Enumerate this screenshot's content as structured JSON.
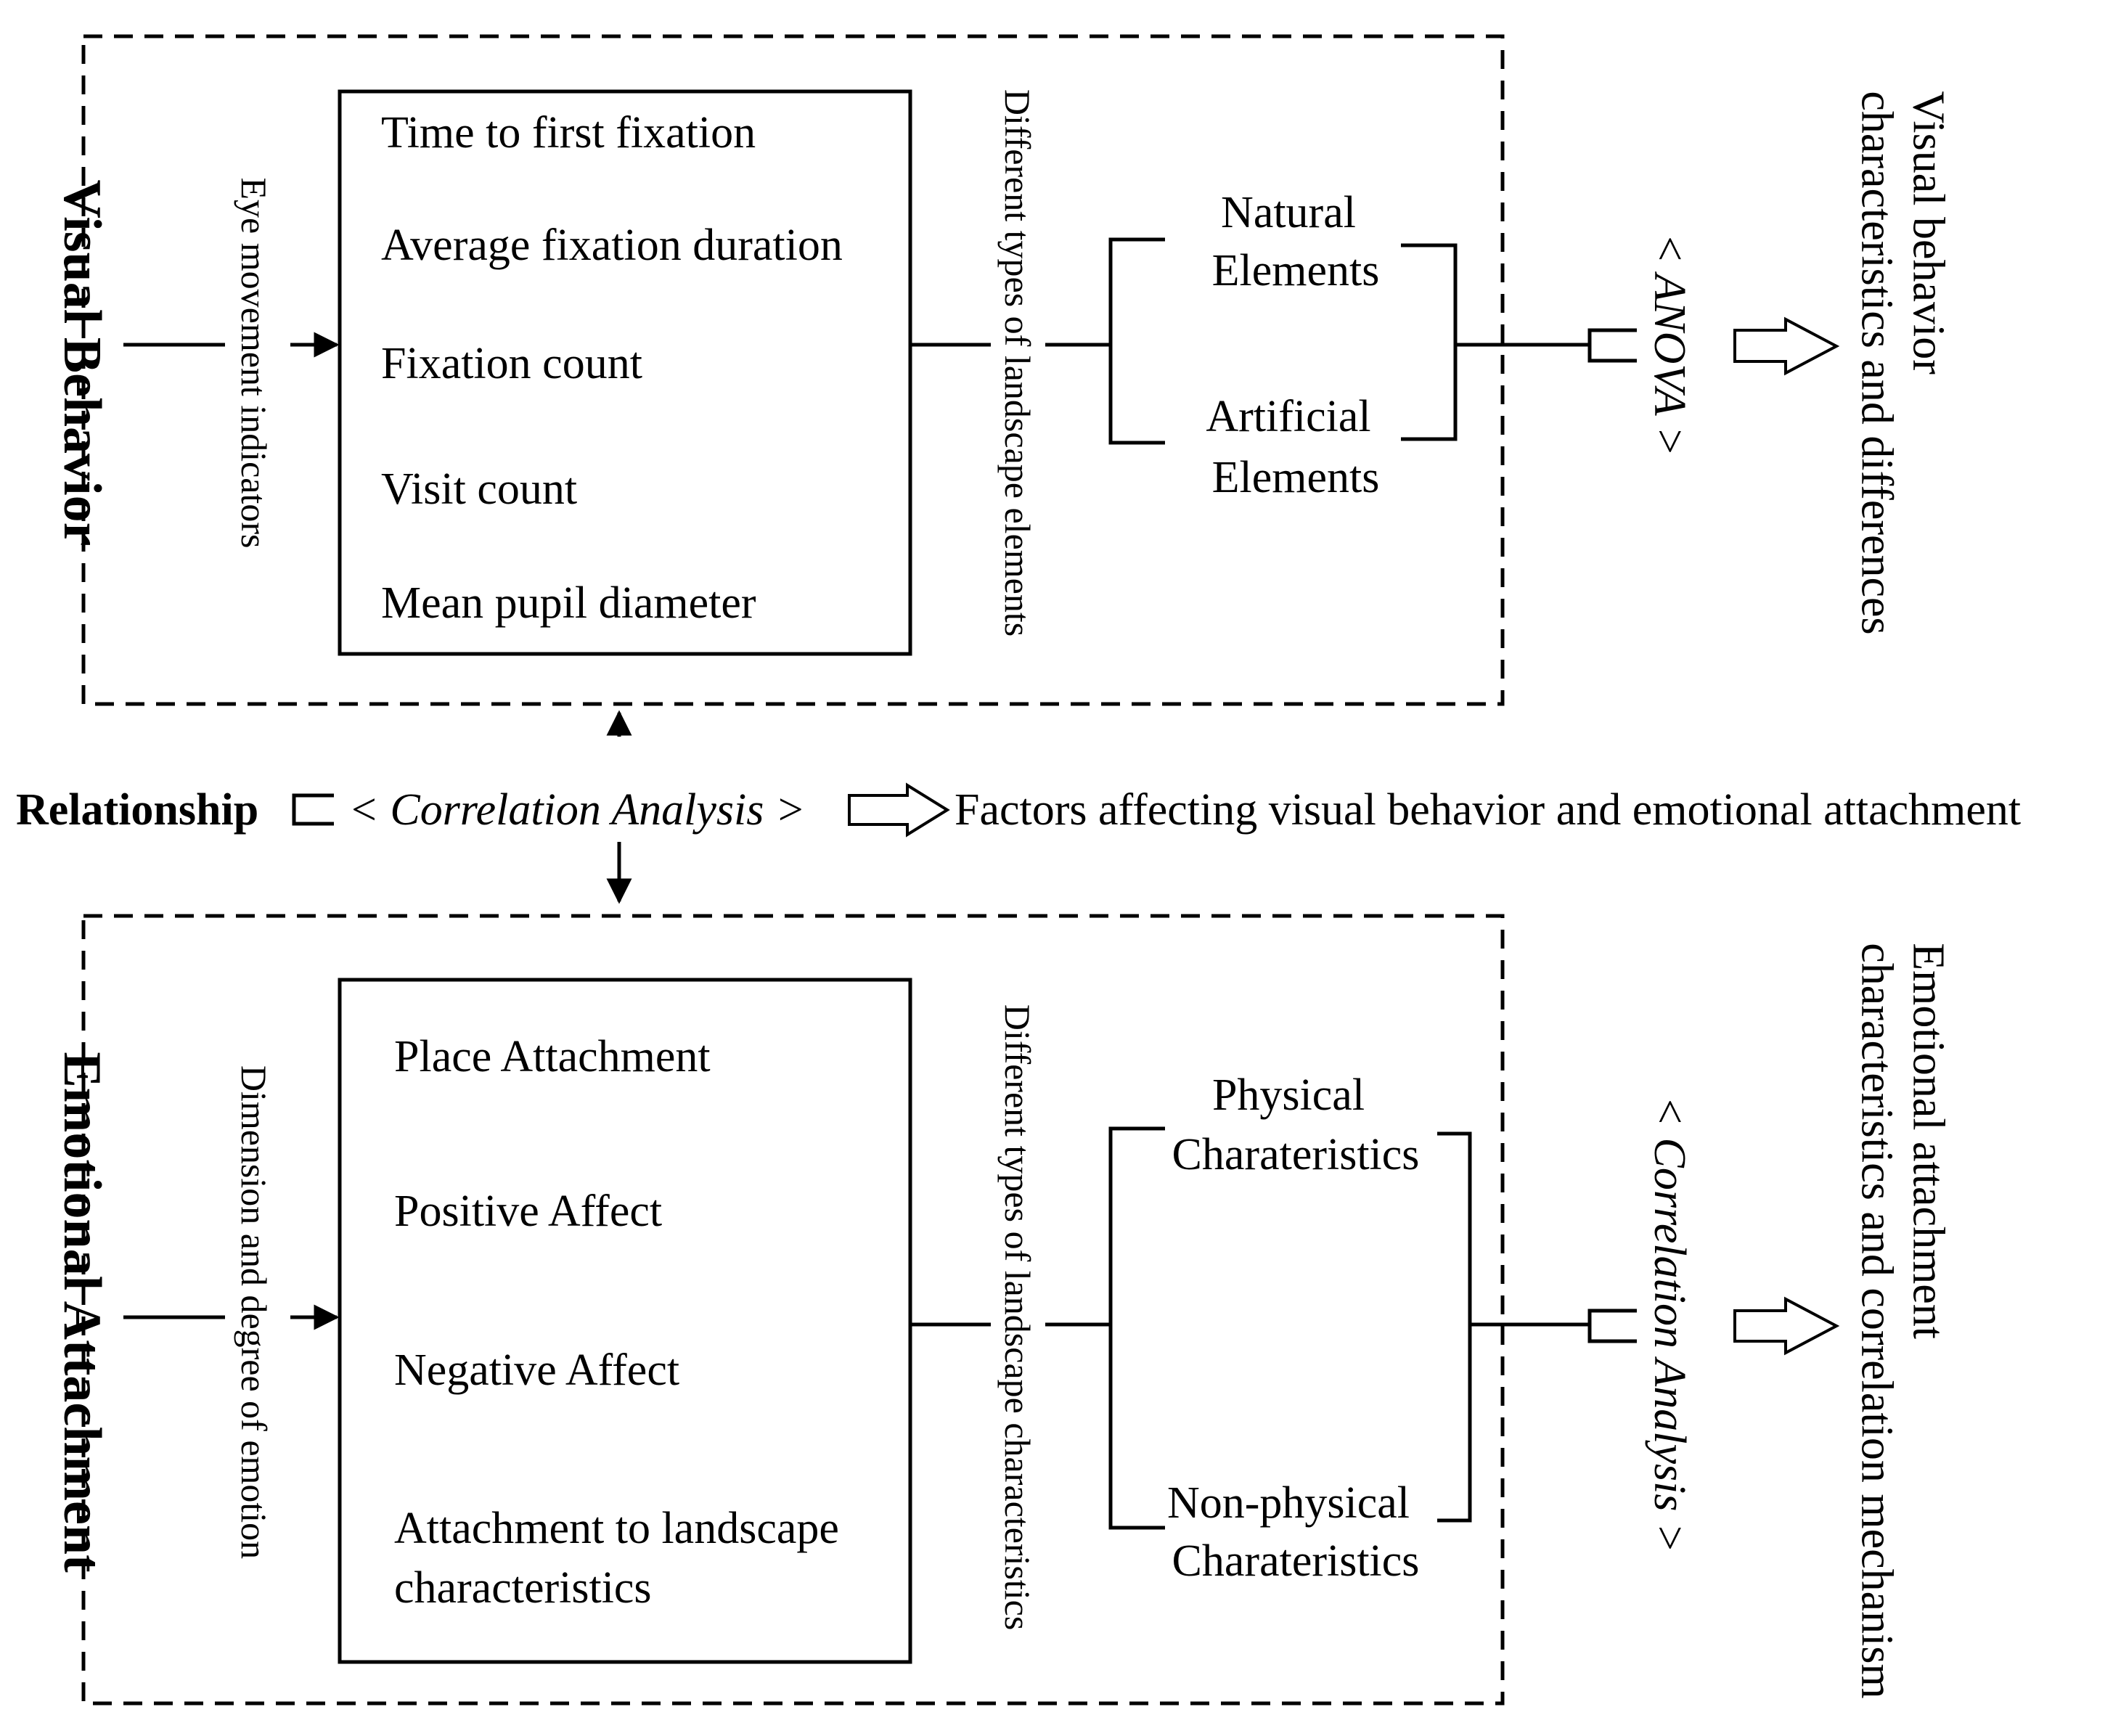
{
  "visual": {
    "title": "Visual Behavior",
    "arrow_label": "Eye movement indicators",
    "items": [
      "Time to first fixation",
      "Average fixation duration",
      "Fixation count",
      "Visit count",
      "Mean pupil diameter"
    ],
    "types_label": "Different types of landscape elements",
    "branch_top": [
      "Natural",
      "Elements"
    ],
    "branch_bottom": [
      "Artificial",
      "Elements"
    ],
    "analysis_lt": "<",
    "analysis": "ANOVA",
    "analysis_gt": ">",
    "result": [
      "Visual behavior",
      "characteristics and differences"
    ]
  },
  "relationship": {
    "label": "Relationship",
    "analysis_lt": "<",
    "analysis": "Correlation Analysis",
    "analysis_gt": ">",
    "result": "Factors affecting visual behavior and emotional attachment"
  },
  "emotional": {
    "title": "Emotional Attachment",
    "arrow_label": "Dimension and degree of emotion",
    "items": [
      "Place Attachment",
      "Positive Affect",
      "Negative Affect",
      "Attachment to landscape",
      "characteristics"
    ],
    "types_label": "Different types of landscape characteristics",
    "branch_top": [
      "Physical",
      "Charateristics"
    ],
    "branch_bottom": [
      "Non-physical",
      "Charateristics"
    ],
    "analysis_lt": "<",
    "analysis": "Correlation Analysis",
    "analysis_gt": ">",
    "result": [
      "Emotional attachment",
      "characteristics and correlation mechanism"
    ]
  }
}
